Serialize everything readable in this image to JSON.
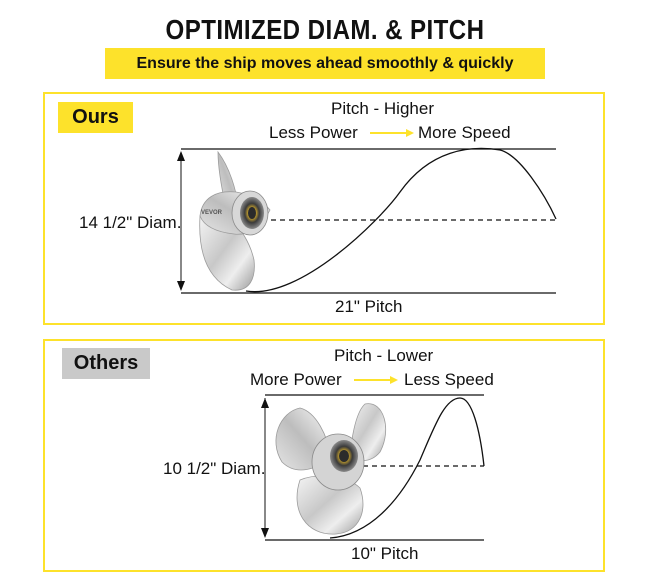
{
  "title": "OPTIMIZED DIAM. & PITCH",
  "subtitle": "Ensure the ship moves ahead smoothly & quickly",
  "ours": {
    "label": "Ours",
    "pitch_heading": "Pitch - Higher",
    "flow_from": "Less Power",
    "flow_to": "More Speed",
    "diameter": "14 1/2\" Diam.",
    "pitch": "21\" Pitch",
    "brand": "VEVOR"
  },
  "others": {
    "label": "Others",
    "pitch_heading": "Pitch - Lower",
    "flow_from": "More Power",
    "flow_to": "Less Speed",
    "diameter": "10 1/2\" Diam.",
    "pitch": "10\" Pitch"
  },
  "colors": {
    "accent": "#fde22b",
    "others_tag": "#c9c9c9",
    "line": "#111111"
  }
}
